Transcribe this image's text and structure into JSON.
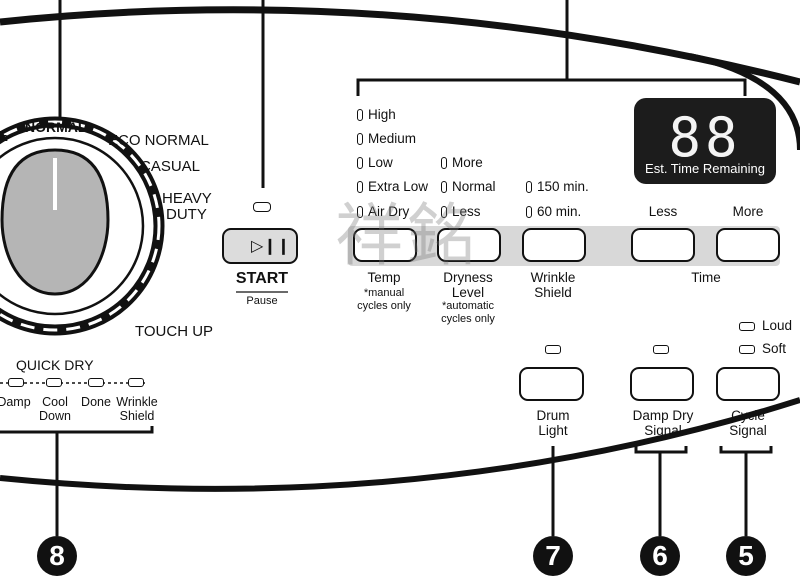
{
  "dial": {
    "normal": "NORMAL",
    "eco_normal": "ECO NORMAL",
    "casual": "CASUAL",
    "heavy": "HEAVY",
    "duty": "DUTY",
    "touch_up": "TOUCH UP",
    "quick_dry": "QUICK DRY",
    "left_partial": "E"
  },
  "dial_stages": [
    "Damp",
    "Cool Down",
    "Done",
    "Wrinkle Shield"
  ],
  "start": {
    "label": "START",
    "sub": "Pause",
    "icon": "play-pause-icon"
  },
  "temp": {
    "options": [
      "High",
      "Medium",
      "Low",
      "Extra Low",
      "Air Dry"
    ],
    "label": "Temp",
    "note": "*manual cycles only"
  },
  "dryness": {
    "options": [
      "More",
      "Normal",
      "Less"
    ],
    "label_1": "Dryness",
    "label_2": "Level",
    "note": "*automatic cycles only"
  },
  "wrinkle": {
    "options": [
      "150 min.",
      "60 min."
    ],
    "label_1": "Wrinkle",
    "label_2": "Shield"
  },
  "time": {
    "less": "Less",
    "more": "More",
    "label": "Time"
  },
  "display": {
    "digits": "88",
    "label": "Est. Time Remaining"
  },
  "drum_light": {
    "label_1": "Drum",
    "label_2": "Light"
  },
  "damp_dry": {
    "label_1": "Damp Dry",
    "label_2": "Signal"
  },
  "cycle_signal": {
    "label_1": "Cycle",
    "label_2": "Signal",
    "loud": "Loud",
    "soft": "Soft"
  },
  "callouts": {
    "n8": "8",
    "n7": "7",
    "n6": "6",
    "n5": "5"
  },
  "watermark": "祥銘"
}
